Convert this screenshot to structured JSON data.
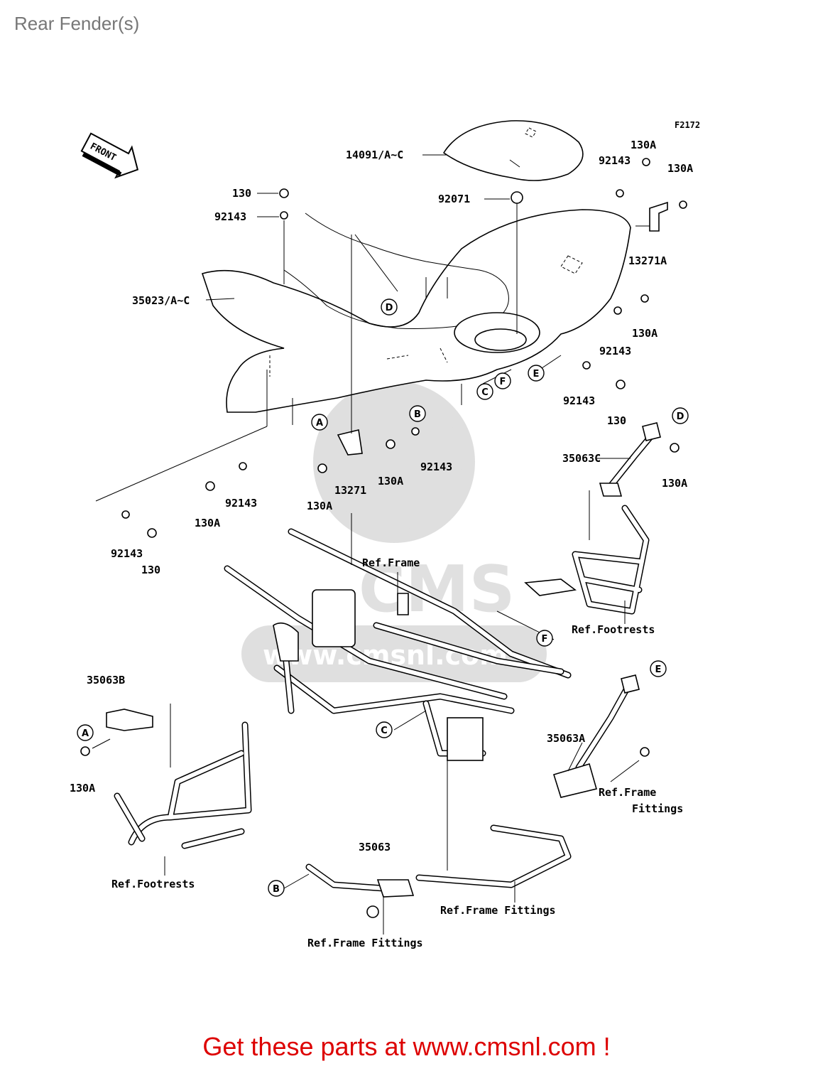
{
  "page": {
    "title": "Rear Fender(s)"
  },
  "diagram": {
    "code": "F2172",
    "front_arrow": "FRONT",
    "watermark": {
      "brand": "CMS",
      "url": "www.cmsnl.com"
    },
    "part_labels": {
      "p14091": "14091/A~C",
      "p92071": "92071",
      "p130_top": "130",
      "p92143_top": "92143",
      "p35023": "35023/A~C",
      "p130A_tr1": "130A",
      "p92143_tr": "92143",
      "p130A_tr2": "130A",
      "p13271A": "13271A",
      "p130A_r": "130A",
      "p92143_r": "92143",
      "p92143_r2": "92143",
      "p130_r": "130",
      "p92143_mid": "92143",
      "p130A_mid": "130A",
      "p13271": "13271",
      "p130A_mid2": "130A",
      "p92143_left": "92143",
      "p130A_left": "130A",
      "p92143_ll": "92143",
      "p130_ll": "130",
      "p35063C": "35063C",
      "p130A_c": "130A",
      "p35063B": "35063B",
      "p130A_b": "130A",
      "p35063A": "35063A",
      "p35063": "35063"
    },
    "ref_labels": {
      "frame": "Ref.Frame",
      "footrests_right": "Ref.Footrests",
      "footrests_left": "Ref.Footrests",
      "frame_fittings_1a": "Ref.Frame",
      "frame_fittings_1b": "Fittings",
      "frame_fittings_2": "Ref.Frame Fittings",
      "frame_fittings_3": "Ref.Frame Fittings"
    },
    "callouts": {
      "D": "D",
      "E": "E",
      "F": "F",
      "C": "C",
      "B": "B",
      "A": "A"
    }
  },
  "footer": {
    "banner": "Get these parts at www.cmsnl.com !"
  }
}
